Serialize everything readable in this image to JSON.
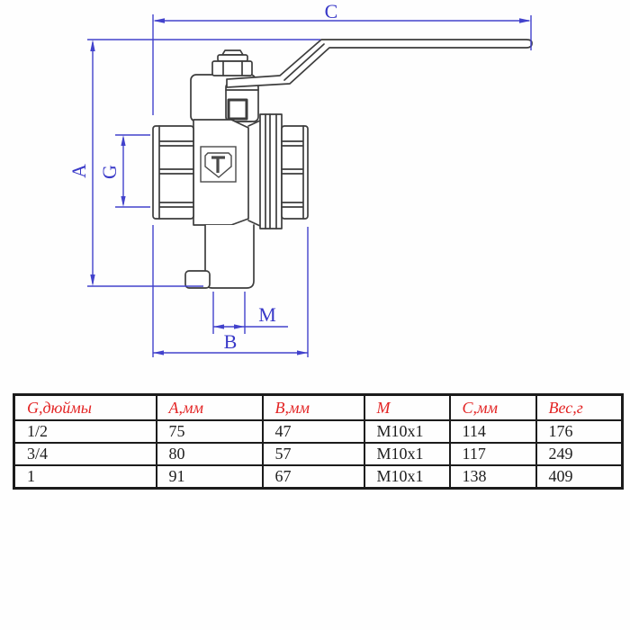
{
  "drawing": {
    "title": "ball-valve-with-drain-technical-drawing",
    "dim_labels": {
      "a": "A",
      "b": "B",
      "c": "C",
      "g": "G",
      "m": "M"
    },
    "logo": "VT-shield-logo",
    "colors": {
      "dimension_blue": "#4242cc",
      "outline_dark": "#3d3d3d",
      "table_header_red": "#e32424",
      "table_text": "#1e1e1e"
    }
  },
  "table": {
    "headers": [
      "G,дюймы",
      "А,мм",
      "В,мм",
      "М",
      "С,мм",
      "Вес,г"
    ],
    "rows": [
      [
        "1/2",
        "75",
        "47",
        "M10x1",
        "114",
        "176"
      ],
      [
        "3/4",
        "80",
        "57",
        "M10x1",
        "117",
        "249"
      ],
      [
        "1",
        "91",
        "67",
        "M10x1",
        "138",
        "409"
      ]
    ]
  }
}
